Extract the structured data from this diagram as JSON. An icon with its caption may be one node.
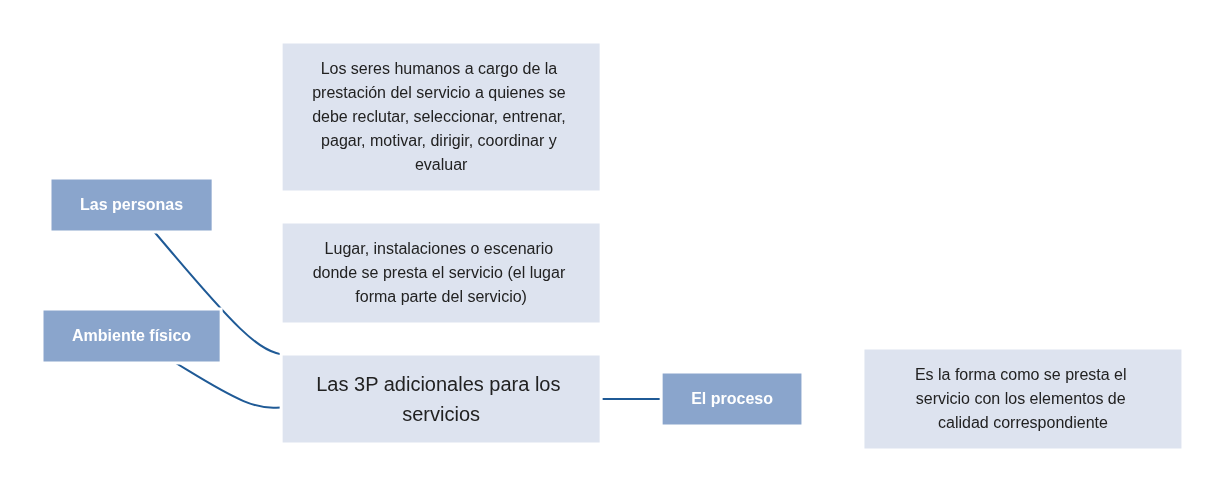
{
  "diagram": {
    "nodes": [
      {
        "text": [
          "Las personas"
        ]
      },
      {
        "text": [
          "Los seres humanos a cargo de la prestación del servicio a quienes se debe reclutar, seleccionar, entrenar, pagar, motivar, dirigir, coordinar y evaluar"
        ]
      },
      {
        "text": [
          "Ambiente físico"
        ]
      },
      {
        "text": [
          "Lugar, instalaciones o escenario donde se presta el servicio (el lugar forma parte del servicio)"
        ]
      },
      {
        "text": [
          "Las 3P adicionales para los servicios"
        ]
      },
      {
        "text": [
          "El proceso"
        ]
      },
      {
        "text": [
          "Es la forma como se presta el servicio con los elementos de calidad correspondiente"
        ]
      }
    ],
    "edges": [
      {
        "from": 0,
        "to": 4,
        "arrow": "none"
      },
      {
        "from": 2,
        "to": 4,
        "arrow": "none"
      },
      {
        "from": 4,
        "to": 5,
        "arrow": "none"
      }
    ]
  }
}
